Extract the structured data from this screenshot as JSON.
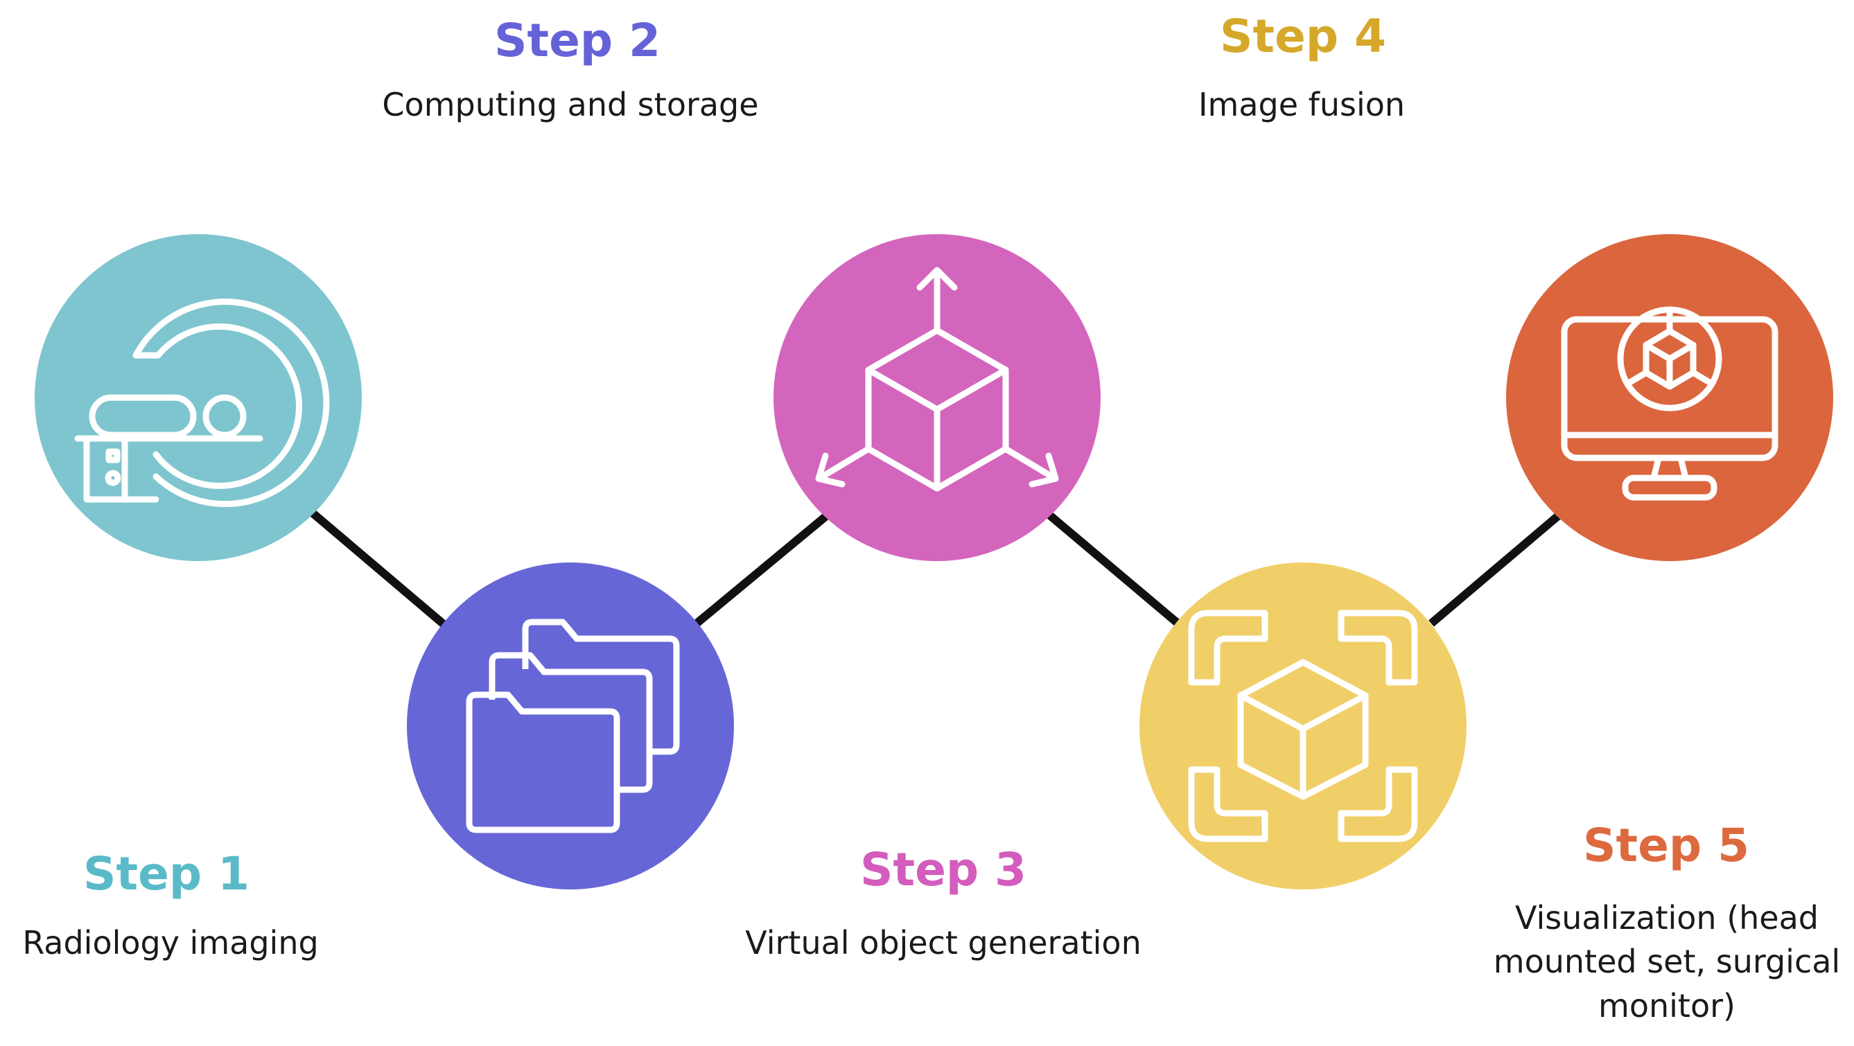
{
  "colors": {
    "step1": "#7ec5cf",
    "step2": "#6766d7",
    "step3": "#d465bd",
    "step4": "#f0cf68",
    "step5": "#db653d",
    "step1_text": "#5bbac8",
    "step2_text": "#6562d8",
    "step3_text": "#d35cbd",
    "step4_text": "#d6a82a",
    "step5_text": "#dd6a3f",
    "connector": "#111111",
    "icon_stroke": "#ffffff"
  },
  "steps": [
    {
      "title": "Step 1",
      "description": "Radiology imaging",
      "icon": "mri-scanner-icon"
    },
    {
      "title": "Step 2",
      "description": "Computing and storage",
      "icon": "folders-icon"
    },
    {
      "title": "Step 3",
      "description": "Virtual object generation",
      "icon": "3d-cube-axes-icon"
    },
    {
      "title": "Step 4",
      "description": "Image fusion",
      "icon": "cube-scan-icon"
    },
    {
      "title": "Step 5",
      "description_lines": [
        "Visualization (head",
        "mounted set, surgical",
        "monitor)"
      ],
      "icon": "monitor-3d-icon"
    }
  ]
}
